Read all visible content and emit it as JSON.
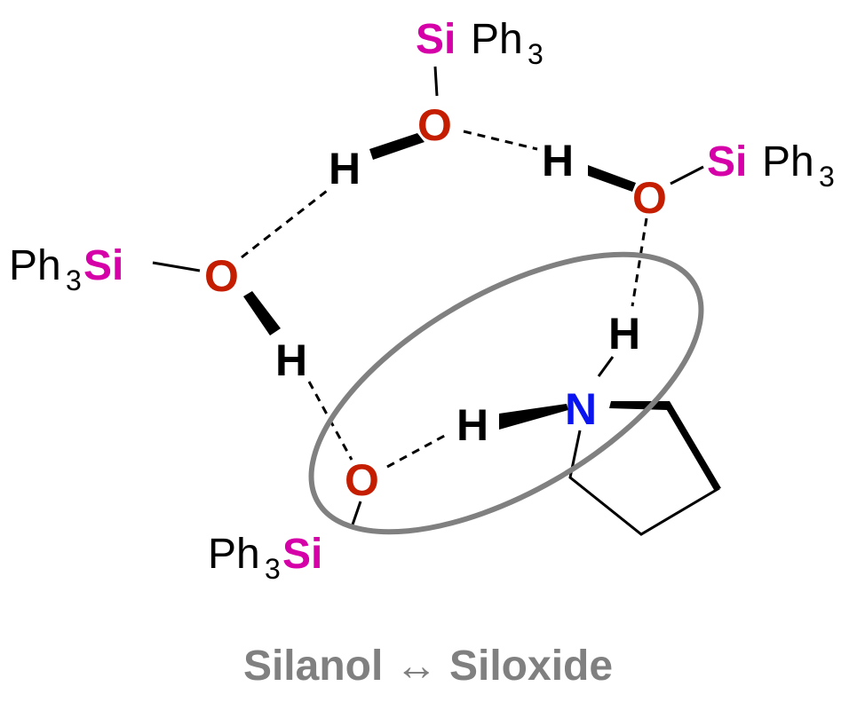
{
  "labels": {
    "si": "Si",
    "ph": "Ph",
    "sub3": "3",
    "o": "O",
    "h": "H",
    "n": "N"
  },
  "caption": "Silanol ↔ Siloxide",
  "colors": {
    "silicon": "#d600a8",
    "oxygen": "#c41d00",
    "nitrogen": "#0a14f0",
    "highlight": "#808080"
  }
}
